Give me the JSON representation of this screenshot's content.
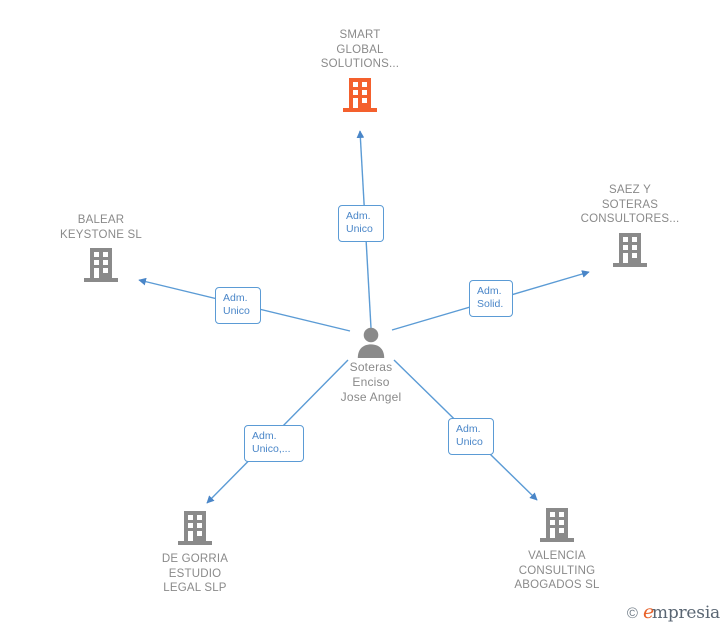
{
  "graph": {
    "center": {
      "name": "Soteras\nEnciso\nJose Angel",
      "icon": "person-icon",
      "color": "#8a8a8a"
    },
    "nodes": [
      {
        "id": "smart-global-solutions",
        "label": "SMART\nGLOBAL\nSOLUTIONS...",
        "icon": "building-icon",
        "color": "#f4602d",
        "highlighted": true,
        "label_position": "above"
      },
      {
        "id": "balear-keystone",
        "label": "BALEAR\nKEYSTONE  SL",
        "icon": "building-icon",
        "color": "#8a8a8a",
        "highlighted": false,
        "label_position": "above"
      },
      {
        "id": "saez-y-soteras-consultores",
        "label": "SAEZ Y\nSOTERAS\nCONSULTORES...",
        "icon": "building-icon",
        "color": "#8a8a8a",
        "highlighted": false,
        "label_position": "above"
      },
      {
        "id": "de-gorria-estudio-legal",
        "label": "DE GORRIA\nESTUDIO\nLEGAL SLP",
        "icon": "building-icon",
        "color": "#8a8a8a",
        "highlighted": false,
        "label_position": "below"
      },
      {
        "id": "valencia-consulting-abogados",
        "label": "VALENCIA\nCONSULTING\nABOGADOS  SL",
        "icon": "building-icon",
        "color": "#8a8a8a",
        "highlighted": false,
        "label_position": "below"
      }
    ],
    "edges": [
      {
        "id": "edge-smart-global-solutions",
        "target": "smart-global-solutions",
        "label": "Adm.\nUnico"
      },
      {
        "id": "edge-balear-keystone",
        "target": "balear-keystone",
        "label": "Adm.\nUnico"
      },
      {
        "id": "edge-saez-y-soteras-consultores",
        "target": "saez-y-soteras-consultores",
        "label": "Adm.\nSolid."
      },
      {
        "id": "edge-de-gorria-estudio-legal",
        "target": "de-gorria-estudio-legal",
        "label": "Adm.\nUnico,..."
      },
      {
        "id": "edge-valencia-consulting-abogados",
        "target": "valencia-consulting-abogados",
        "label": "Adm.\nUnico"
      }
    ],
    "edge_color": "#5b9bd5"
  },
  "watermark": {
    "copyright": "©",
    "brand_mark": "e",
    "brand_text": "mpresia"
  }
}
